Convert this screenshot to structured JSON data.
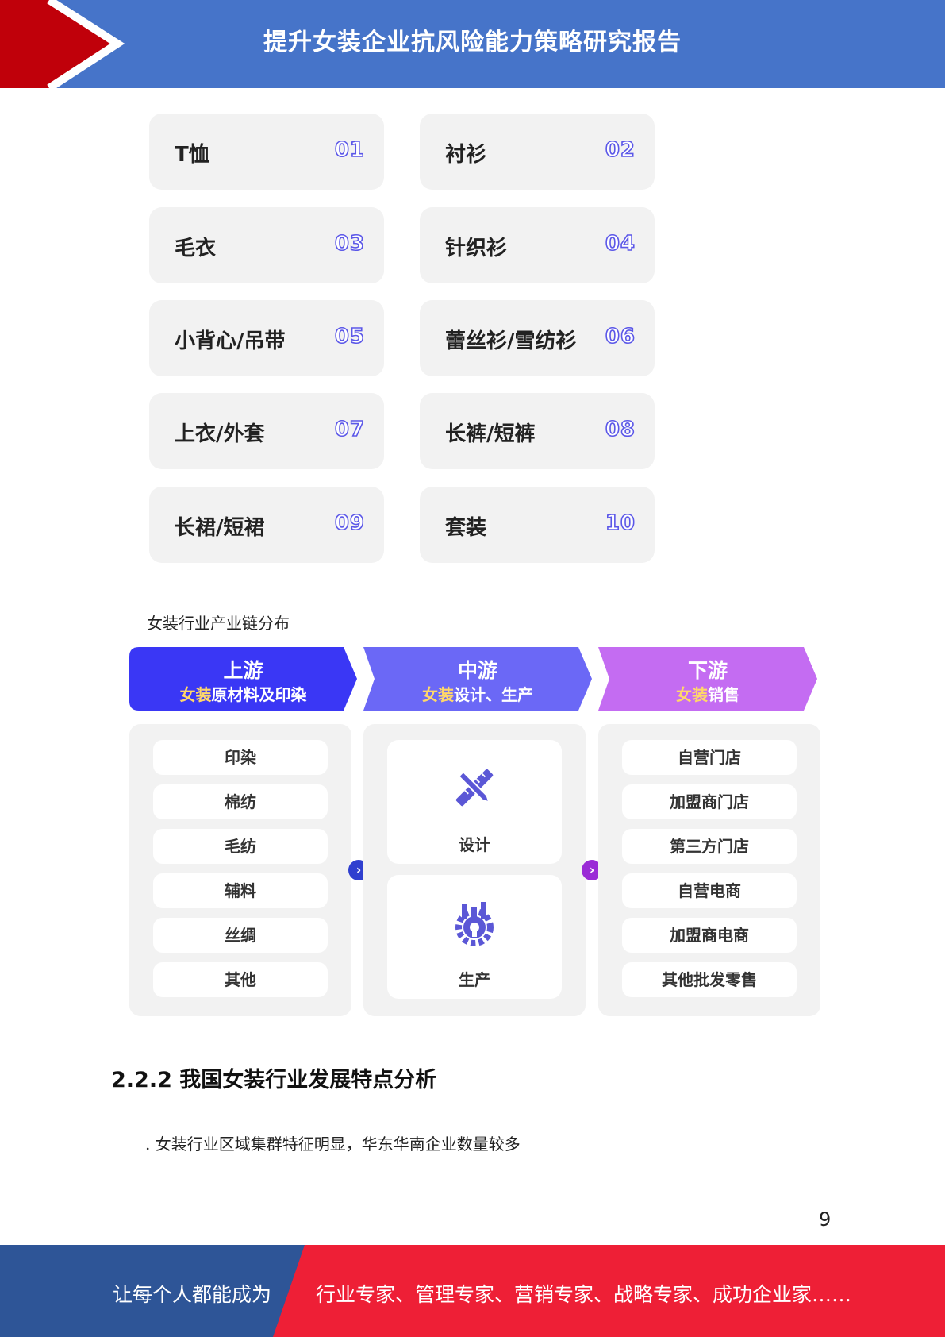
{
  "header": {
    "title": "提升女装企业抗风险能力策略研究报告"
  },
  "categories": [
    {
      "name": "T恤",
      "num": "01"
    },
    {
      "name": "衬衫",
      "num": "02"
    },
    {
      "name": "毛衣",
      "num": "03"
    },
    {
      "name": "针织衫",
      "num": "04"
    },
    {
      "name": "小背心/吊带",
      "num": "05"
    },
    {
      "name": "蕾丝衫/雪纺衫",
      "num": "06"
    },
    {
      "name": "上衣/外套",
      "num": "07"
    },
    {
      "name": "长裤/短裤",
      "num": "08"
    },
    {
      "name": "长裙/短裙",
      "num": "09"
    },
    {
      "name": "套装",
      "num": "10"
    }
  ],
  "caption": "女装行业产业链分布",
  "chain": {
    "upstream": {
      "title": "上游",
      "sub_highlight": "女装",
      "sub_rest": "原材料及印染",
      "color": "#3a37f5",
      "items": [
        "印染",
        "棉纺",
        "毛纺",
        "辅料",
        "丝绸",
        "其他"
      ]
    },
    "midstream": {
      "title": "中游",
      "sub_highlight": "女装",
      "sub_rest": "设计、生产",
      "color": "#6b68f6",
      "items": [
        {
          "label": "设计",
          "icon": "design-tools-icon"
        },
        {
          "label": "生产",
          "icon": "factory-gear-icon"
        }
      ]
    },
    "downstream": {
      "title": "下游",
      "sub_highlight": "女装",
      "sub_rest": "销售",
      "color": "#c46cf2",
      "items": [
        "自营门店",
        "加盟商门店",
        "第三方门店",
        "自营电商",
        "加盟商电商",
        "其他批发零售"
      ]
    },
    "arrow_icon": "chevron-right-icon"
  },
  "section": {
    "heading": "2.2.2 我国女装行业发展特点分析",
    "paragraph": ". 女装行业区域集群特征明显，华东华南企业数量较多"
  },
  "page_number": "9",
  "footer": {
    "left": "让每个人都能成为",
    "right": "行业专家、管理专家、营销专家、战略专家、成功企业家……"
  },
  "colors": {
    "header_blue": "#4674c9",
    "header_red": "#c0000a",
    "footer_blue": "#2e5597",
    "footer_red": "#ee1f36",
    "number_outline": "#5b57e8",
    "icon_purple": "#5b57d6"
  }
}
